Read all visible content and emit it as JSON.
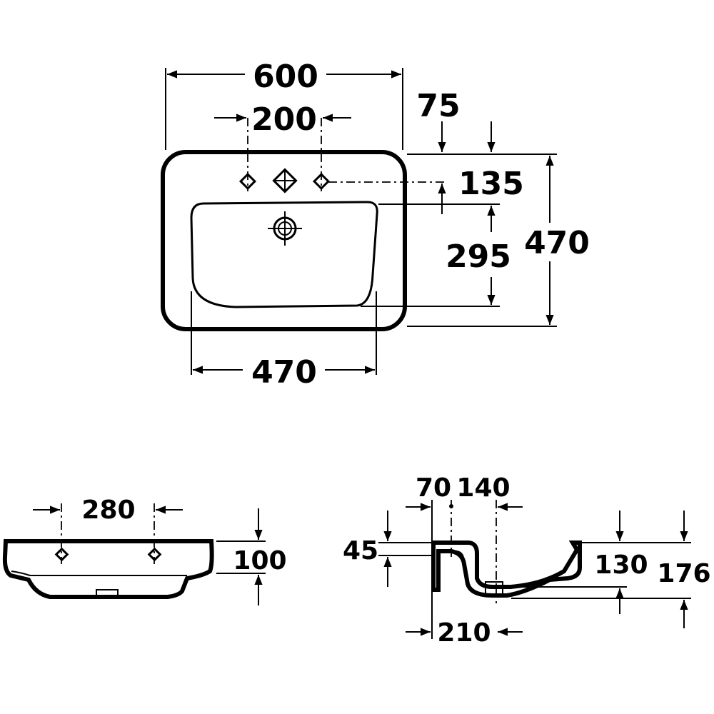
{
  "top_view": {
    "overall_width": "600",
    "tap_hole_spacing": "200",
    "back_edge_offset": "75",
    "tap_hole_offset": "135",
    "overall_depth": "470",
    "bowl_depth": "295",
    "bowl_width": "470"
  },
  "front_view": {
    "hole_spacing": "280",
    "height": "100"
  },
  "side_view": {
    "dim_70": "70",
    "dim_140": "140",
    "dim_45": "45",
    "dim_130": "130",
    "dim_176": "176",
    "dim_210": "210"
  }
}
